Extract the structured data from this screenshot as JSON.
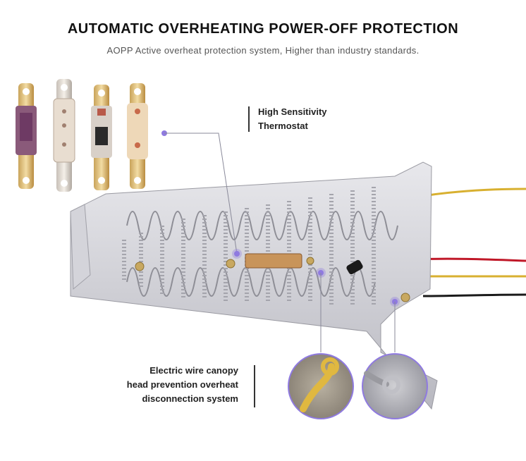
{
  "header": {
    "title": "AUTOMATIC OVERHEATING POWER-OFF PROTECTION",
    "subtitle": "AOPP Active overheat protection system, Higher than industry standards."
  },
  "callouts": {
    "thermostat": {
      "line1": "High Sensitivity",
      "line2": "Thermostat"
    },
    "wire_canopy": {
      "line1": "Electric wire canopy",
      "line2": "head prevention overheat",
      "line3": "disconnection system"
    }
  },
  "colors": {
    "accent": "#8f7ae0",
    "text": "#222222",
    "wire_yellow": "#d8b030",
    "wire_red": "#c01828",
    "wire_black": "#1a1a1a"
  }
}
